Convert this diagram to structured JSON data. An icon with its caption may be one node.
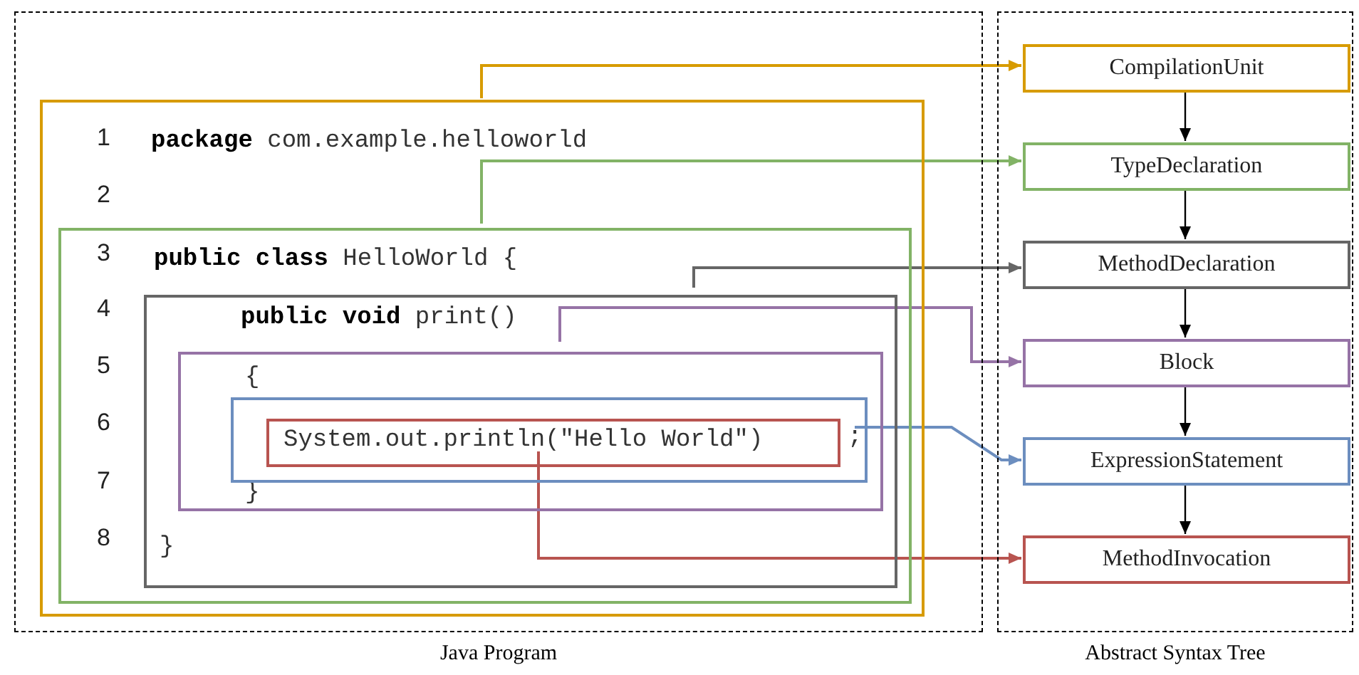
{
  "diagram": {
    "nodes": [
      {
        "text": [
          "Java Program"
        ]
      },
      {
        "text": [
          "**package** com.example.helloworld"
        ],
        "in": 0
      },
      {
        "text": [
          "**public class** HelloWorld {"
        ],
        "in": 1
      },
      {
        "text": [
          "**public void** print()",
          "}"
        ],
        "in": 2
      },
      {
        "text": [
          "{",
          "}"
        ],
        "in": 3
      },
      {
        "text": [
          ";"
        ],
        "in": 4
      },
      {
        "text": [
          "System.out.println(\"Hello World\")"
        ],
        "in": 5
      },
      {
        "text": [
          "Abstract Syntax Tree"
        ]
      },
      {
        "text": [
          "CompilationUnit"
        ],
        "in": 7
      },
      {
        "text": [
          "TypeDeclaration"
        ],
        "in": 7
      },
      {
        "text": [
          "MethodDeclaration"
        ],
        "in": 7
      },
      {
        "text": [
          "Block"
        ],
        "in": 7
      },
      {
        "text": [
          "ExpressionStatement"
        ],
        "in": 7
      },
      {
        "text": [
          "MethodInvocation"
        ],
        "in": 7
      }
    ],
    "edges": [
      {
        "from": 1,
        "to": 8,
        "arrow": "to",
        "color": "#d79b00"
      },
      {
        "from": 2,
        "to": 9,
        "arrow": "to",
        "color": "#82b366"
      },
      {
        "from": 3,
        "to": 10,
        "arrow": "to",
        "color": "#666666"
      },
      {
        "from": 4,
        "to": 11,
        "arrow": "to",
        "color": "#9673a6"
      },
      {
        "from": 5,
        "to": 12,
        "arrow": "to",
        "color": "#6c8ebf"
      },
      {
        "from": 6,
        "to": 13,
        "arrow": "to",
        "color": "#b85450"
      },
      {
        "from": 8,
        "to": 9,
        "arrow": "to"
      },
      {
        "from": 9,
        "to": 10,
        "arrow": "to"
      },
      {
        "from": 10,
        "to": 11,
        "arrow": "to"
      },
      {
        "from": 11,
        "to": 12,
        "arrow": "to"
      },
      {
        "from": 12,
        "to": 13,
        "arrow": "to"
      }
    ],
    "labels": [
      "1",
      "2",
      "3",
      "4",
      "5",
      "6",
      "7",
      "8"
    ]
  }
}
